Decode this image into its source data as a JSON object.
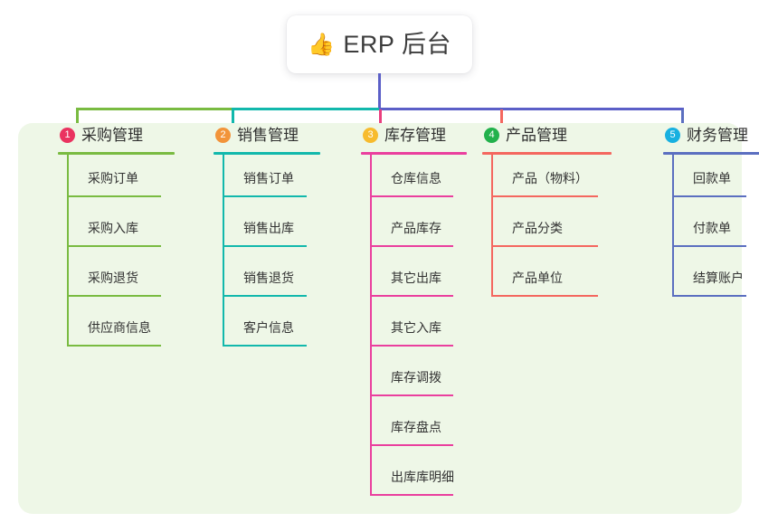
{
  "root": {
    "emoji": "👍",
    "icon_name": "thumbs-up-icon",
    "title": "ERP 后台"
  },
  "theme": {
    "panel_bg": "#eef7e7",
    "root_card_bg": "#ffffff",
    "title_color": "#3c3c3c",
    "stem_color": "#5b5fc7"
  },
  "columns": [
    {
      "number": "1",
      "title": "采购管理",
      "badge_color": "#ea3360",
      "line_color": "#79bb41",
      "items": [
        "采购订单",
        "采购入库",
        "采购退货",
        "供应商信息"
      ]
    },
    {
      "number": "2",
      "title": "销售管理",
      "badge_color": "#f2943a",
      "line_color": "#12b8ac",
      "items": [
        "销售订单",
        "销售出库",
        "销售退货",
        "客户信息"
      ]
    },
    {
      "number": "3",
      "title": "库存管理",
      "badge_color": "#f7bb2e",
      "line_color": "#ea3f9e",
      "items": [
        "仓库信息",
        "产品库存",
        "其它出库",
        "其它入库",
        "库存调拨",
        "库存盘点",
        "出库库明细"
      ]
    },
    {
      "number": "4",
      "title": "产品管理",
      "badge_color": "#22b14c",
      "line_color": "#f4675f",
      "items": [
        "产品（物料）",
        "产品分类",
        "产品单位"
      ]
    },
    {
      "number": "5",
      "title": "财务管理",
      "badge_color": "#18b0e0",
      "line_color": "#5b6fc0",
      "items": [
        "回款单",
        "付款单",
        "结算账户"
      ]
    }
  ]
}
